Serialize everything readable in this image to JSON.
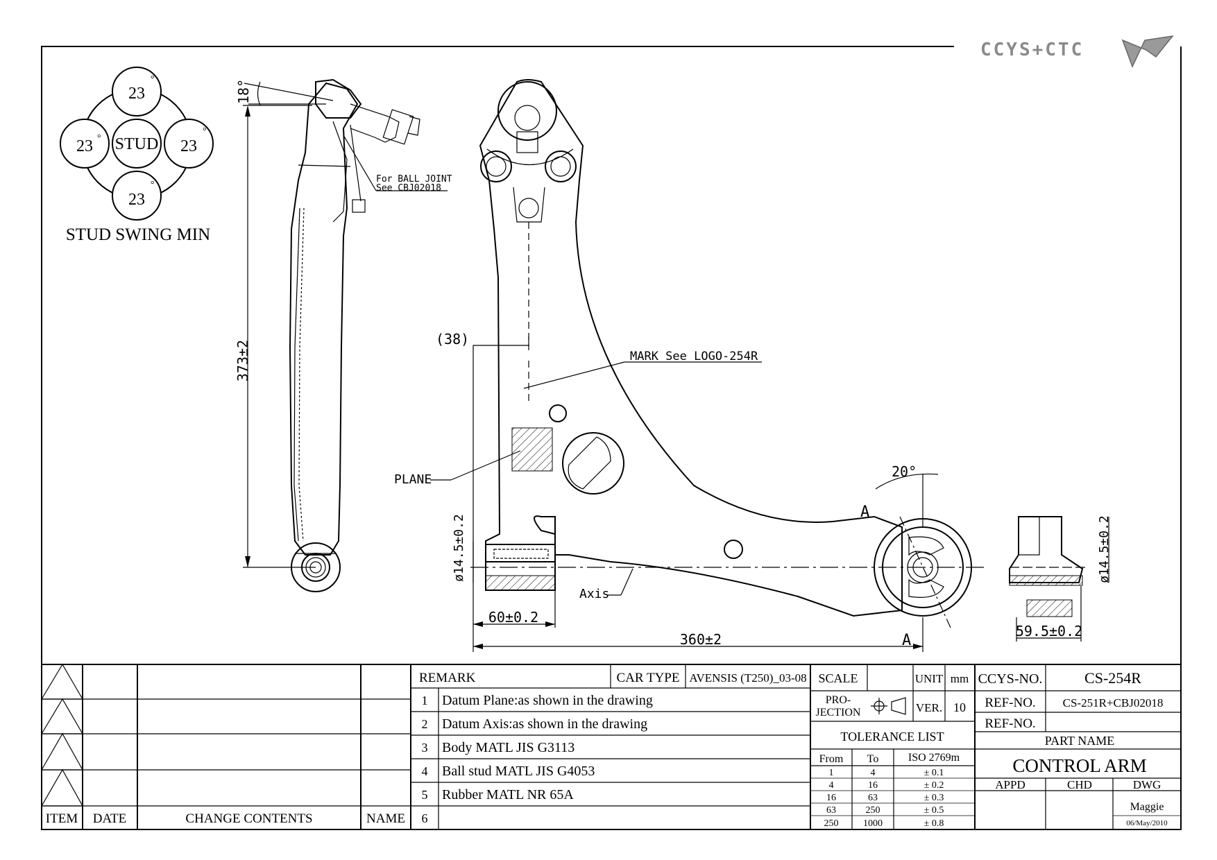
{
  "logo": {
    "text": "CCYS+CTC",
    "color": "#8a8a8a"
  },
  "stud_swing": {
    "title": "STUD SWING MIN",
    "center_label": "STUD",
    "angles": [
      "23",
      "23",
      "23",
      "23"
    ],
    "degree_mark": "°"
  },
  "dimensions": {
    "tilt_angle": "18°",
    "height": "373±2",
    "offset": "(38)",
    "bore_diameter_left": "ø14.5±0.2",
    "bore_diameter_right": "ø14.5±0.2",
    "bushing_width": "60±0.2",
    "length": "360±2",
    "bushing_right_width": "59.5±0.2",
    "angle_a": "20°"
  },
  "callouts": {
    "ball_joint_line1": "For BALL JOINT",
    "ball_joint_line2": "See CBJ02018",
    "mark": "MARK See LOGO-254R",
    "plane": "PLANE",
    "axis": "Axis",
    "section_a": "A"
  },
  "revision_table": {
    "headers": {
      "item": "ITEM",
      "date": "DATE",
      "change": "CHANGE CONTENTS",
      "name": "NAME"
    }
  },
  "remark": {
    "header": "REMARK",
    "car_type_label": "CAR TYPE",
    "car_type_value": "AVENSIS (T250)_03-08",
    "items": [
      {
        "no": "1",
        "text": "Datum Plane:as shown in the drawing"
      },
      {
        "no": "2",
        "text": "Datum Axis:as shown in the drawing"
      },
      {
        "no": "3",
        "text": "Body MATL JIS G3113"
      },
      {
        "no": "4",
        "text": "Ball stud MATL JIS G4053"
      },
      {
        "no": "5",
        "text": "Rubber MATL NR 65A"
      },
      {
        "no": "6",
        "text": ""
      }
    ]
  },
  "spec": {
    "scale_label": "SCALE",
    "scale_value": "",
    "unit_label": "UNIT",
    "unit_value": "mm",
    "projection_line1": "PRO-",
    "projection_line2": "JECTION",
    "ver_label": "VER.",
    "ver_value": "10"
  },
  "tolerance": {
    "title": "TOLERANCE LIST",
    "headers": [
      "From",
      "To",
      "ISO 2769m"
    ],
    "rows": [
      [
        "1",
        "4",
        "± 0.1"
      ],
      [
        "4",
        "16",
        "± 0.2"
      ],
      [
        "16",
        "63",
        "± 0.3"
      ],
      [
        "63",
        "250",
        "± 0.5"
      ],
      [
        "250",
        "1000",
        "± 0.8"
      ]
    ]
  },
  "title_block": {
    "ccys_no_label": "CCYS-NO.",
    "ccys_no_value": "CS-254R",
    "ref_no_label": "REF-NO.",
    "ref_no_value": "CS-251R+CBJ02018",
    "ref_no2_label": "REF-NO.",
    "ref_no2_value": "",
    "part_name_label": "PART NAME",
    "part_name_value": "CONTROL ARM",
    "appd_label": "APPD",
    "chd_label": "CHD",
    "dwg_label": "DWG",
    "dwg_name": "Maggie",
    "dwg_date": "06/May/2010"
  }
}
